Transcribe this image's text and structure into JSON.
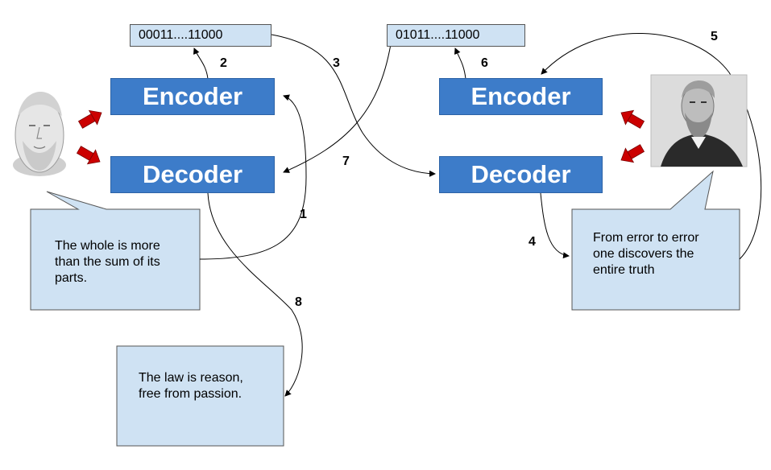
{
  "codes": {
    "left": "00011....11000",
    "right": "01011....11000"
  },
  "blocks": {
    "left_encoder": "Encoder",
    "left_decoder": "Decoder",
    "right_encoder": "Encoder",
    "right_decoder": "Decoder"
  },
  "steps": {
    "s1": "1",
    "s2": "2",
    "s3": "3",
    "s4": "4",
    "s5": "5",
    "s6": "6",
    "s7": "7",
    "s8": "8"
  },
  "quotes": {
    "whole": "The whole is more\nthan the sum of its\nparts.",
    "error": "From error to error\none discovers the\nentire truth",
    "law": "The law is reason,\nfree from passion."
  },
  "colors": {
    "block": "#3d7cc9",
    "box_fill": "#cfe2f3",
    "red_arrow": "#cc0000"
  },
  "icons": {
    "left_portrait": "aristotle-bust-portrait",
    "right_portrait": "freud-photo-portrait"
  }
}
